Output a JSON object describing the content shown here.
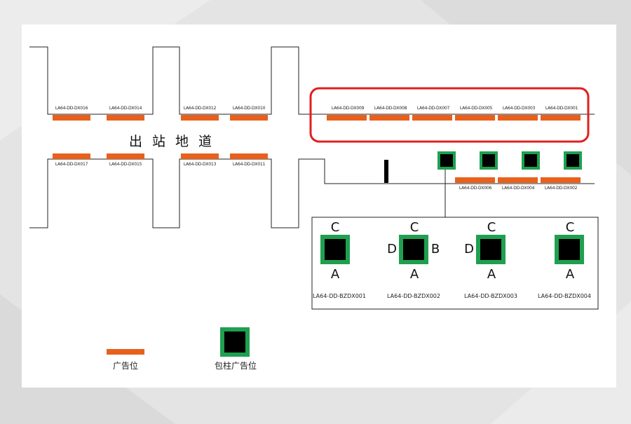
{
  "corridor": {
    "title": "出站地道"
  },
  "ad_spots_top_left": [
    {
      "label": "LA64-DD-DX016"
    },
    {
      "label": "LA64-DD-DX014"
    },
    {
      "label": "LA64-DD-DX012"
    },
    {
      "label": "LA64-DD-DX010"
    }
  ],
  "ad_spots_bottom_left": [
    {
      "label": "LA64-DD-DX017"
    },
    {
      "label": "LA64-DD-DX015"
    },
    {
      "label": "LA64-DD-DX013"
    },
    {
      "label": "LA64-DD-DX011"
    }
  ],
  "ad_spots_highlighted": [
    {
      "label": "LA64-DD-DX009"
    },
    {
      "label": "LA64-DD-DX008"
    },
    {
      "label": "LA64-DD-DX007"
    },
    {
      "label": "LA64-DD-DX005"
    },
    {
      "label": "LA64-DD-DX003"
    },
    {
      "label": "LA64-DD-DX001"
    }
  ],
  "ad_spots_right_bottom": [
    {
      "label": "LA64-DD-DX006"
    },
    {
      "label": "LA64-DD-DX004"
    },
    {
      "label": "LA64-DD-DX002"
    }
  ],
  "pillar_detail": [
    {
      "label": "LA64-DD-BZDX001",
      "faces": {
        "top": "C",
        "bottom": "A",
        "left": "",
        "right": ""
      }
    },
    {
      "label": "LA64-DD-BZDX002",
      "faces": {
        "top": "C",
        "bottom": "A",
        "left": "D",
        "right": "B"
      }
    },
    {
      "label": "LA64-DD-BZDX003",
      "faces": {
        "top": "C",
        "bottom": "A",
        "left": "D",
        "right": ""
      }
    },
    {
      "label": "LA64-DD-BZDX004",
      "faces": {
        "top": "C",
        "bottom": "A",
        "left": "",
        "right": ""
      }
    }
  ],
  "legend": {
    "ad_spot_label": "广告位",
    "pillar_label": "包柱广告位"
  },
  "colors": {
    "ad_spot": "#e8601c",
    "pillar_border": "#1fa050",
    "highlight": "#e0201c"
  }
}
